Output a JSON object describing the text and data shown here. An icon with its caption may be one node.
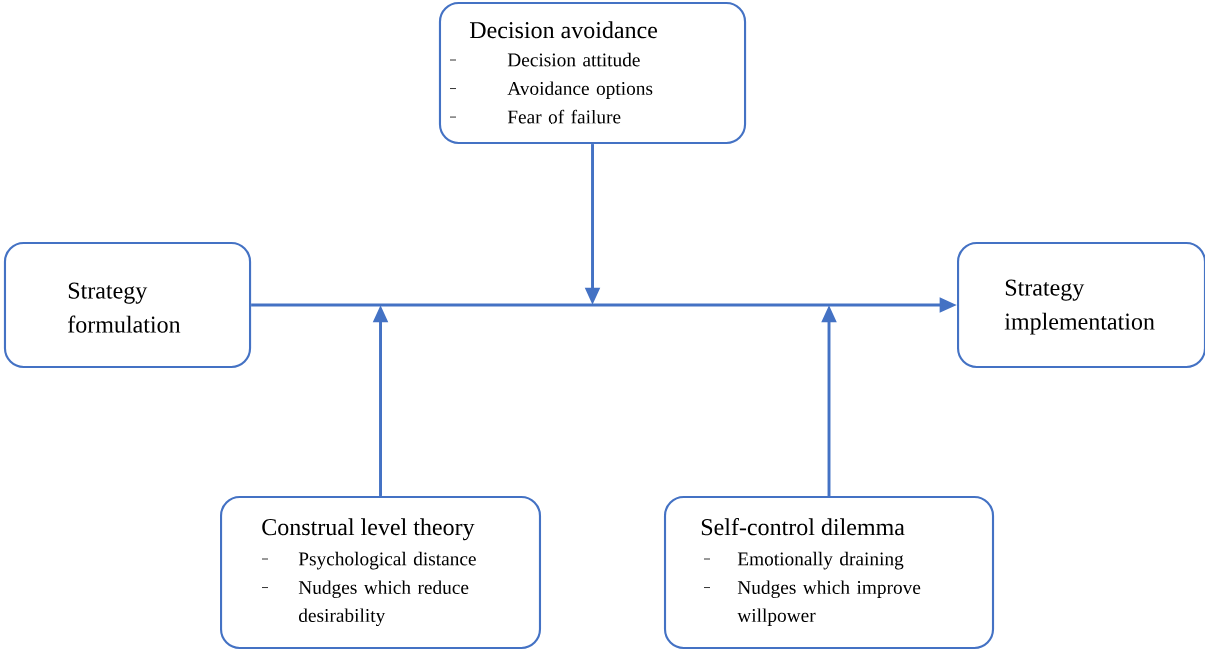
{
  "diagram": {
    "nodes": [
      {
        "text": [
          "Decision avoidance",
          "Decision attitude",
          "Avoidance options",
          "Fear of failure"
        ]
      },
      {
        "text": [
          "Strategy formulation"
        ]
      },
      {
        "text": [
          "Strategy implementation"
        ]
      },
      {
        "text": [
          "Construal level theory",
          "Psychological distance",
          "Nudges which reduce desirability"
        ]
      },
      {
        "text": [
          "Self-control dilemma",
          "Emotionally draining",
          "Nudges which improve willpower"
        ]
      }
    ],
    "edges": [
      {
        "from": 1,
        "to": 2,
        "arrow": "to"
      },
      {
        "from": 0,
        "to": null,
        "arrow": "to"
      },
      {
        "from": 3,
        "to": null,
        "arrow": "to"
      },
      {
        "from": 4,
        "to": null,
        "arrow": "to"
      }
    ]
  }
}
